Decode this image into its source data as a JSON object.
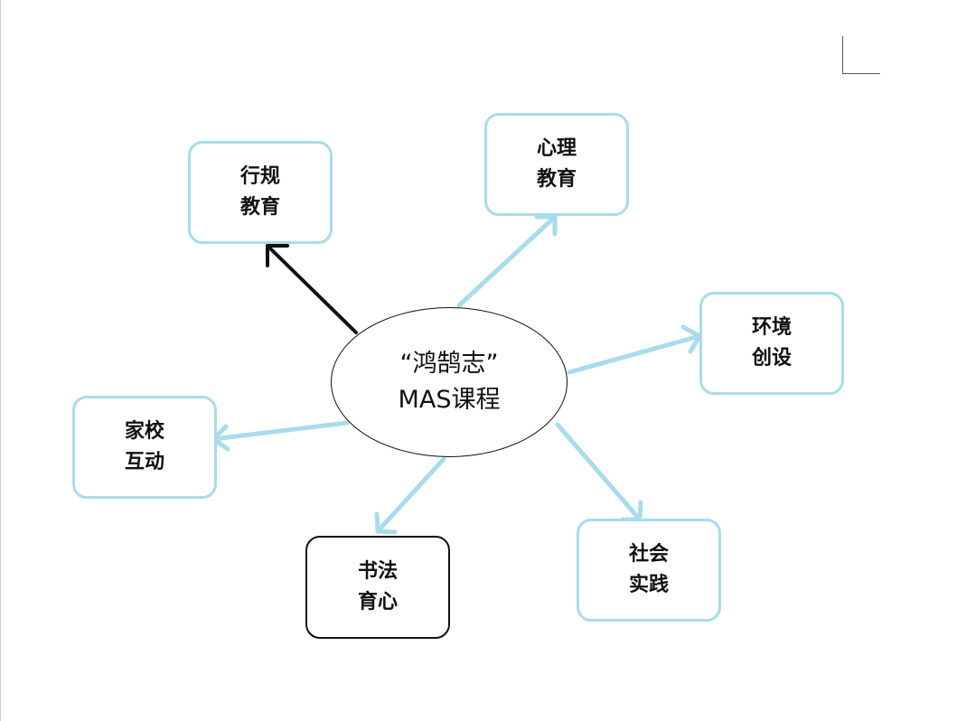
{
  "center": {
    "line1": "“鸿鹄志”",
    "line2": "MAS课程"
  },
  "nodes": [
    {
      "id": "xinggui",
      "line1": "行规",
      "line2": "教育",
      "style": "dark-arrow"
    },
    {
      "id": "xinli",
      "line1": "心理",
      "line2": "教育",
      "style": "light"
    },
    {
      "id": "huanjing",
      "line1": "环境",
      "line2": "创设",
      "style": "light"
    },
    {
      "id": "jiaxiao",
      "line1": "家校",
      "line2": "互动",
      "style": "light"
    },
    {
      "id": "shufa",
      "line1": "书法",
      "line2": "育心",
      "style": "dark-border"
    },
    {
      "id": "shehui",
      "line1": "社会",
      "line2": "实践",
      "style": "light"
    }
  ],
  "colors": {
    "light_blue": "#a8dcec",
    "dark": "#111111",
    "background": "#ffffff"
  }
}
